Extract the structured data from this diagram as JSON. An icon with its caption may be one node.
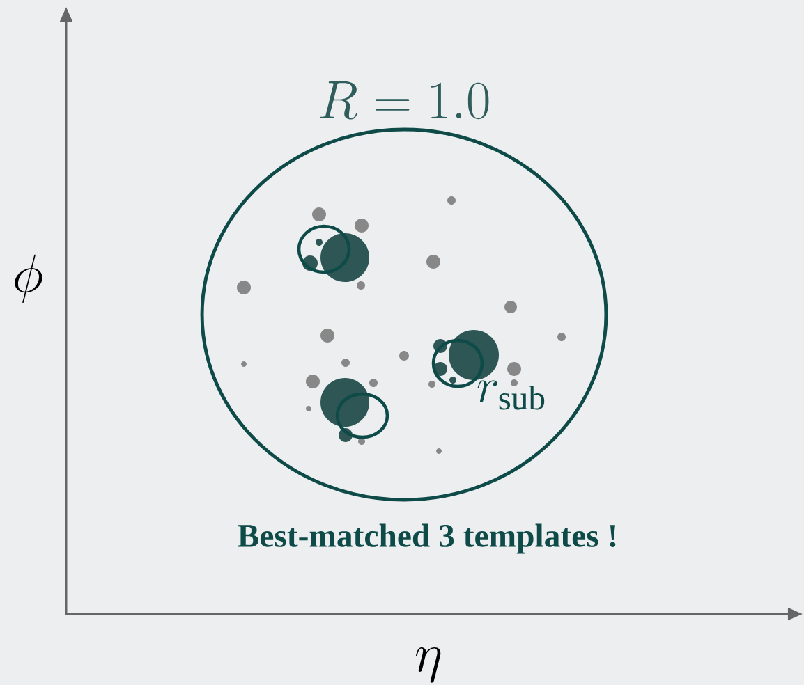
{
  "diagram": {
    "nodes": [
      {
        "text": [
          "R = 1.0"
        ]
      },
      {
        "text": [],
        "shape": "circle",
        "in": 0
      },
      {
        "text": [],
        "shape": "circle",
        "in": 0,
        "beside": [
          "r_{\\mathrm{sub}}"
        ]
      },
      {
        "text": [],
        "shape": "circle",
        "in": 0
      }
    ],
    "labels": [
      "\\phi",
      "Best-matched 3 templates !",
      "\\eta"
    ]
  }
}
